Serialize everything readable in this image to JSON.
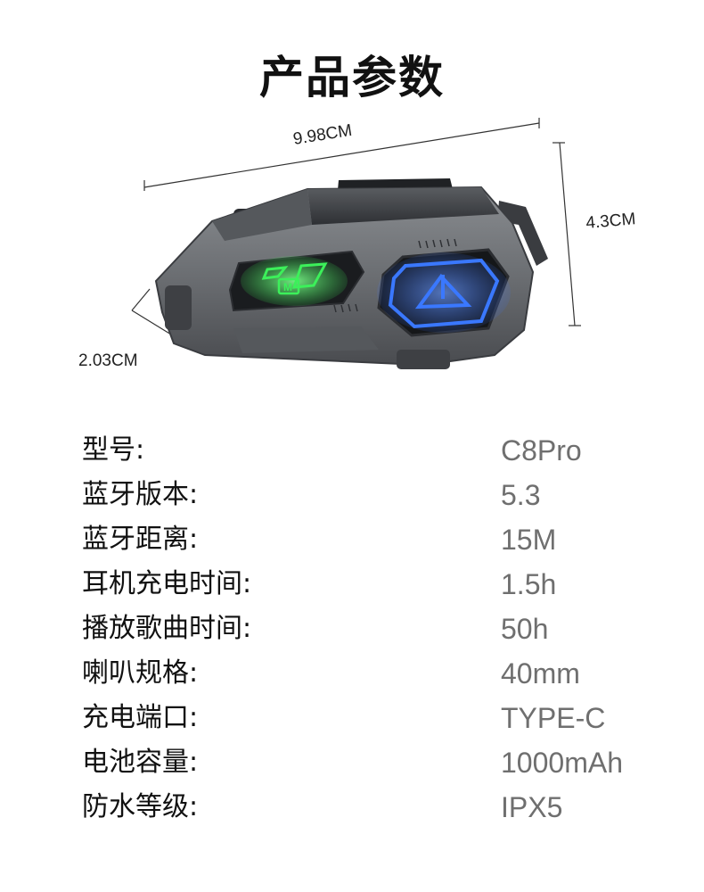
{
  "page": {
    "title": "产品参数"
  },
  "product_image": {
    "dim_width": "9.98CM",
    "dim_height": "4.3CM",
    "dim_depth": "2.03CM",
    "button_left_label": "M",
    "led_left_color": "#2fe04a",
    "led_right_color": "#2f6bff",
    "body_color": "#6b6e72"
  },
  "specs": [
    {
      "label": "型号:",
      "value": "C8Pro"
    },
    {
      "label": "蓝牙版本:",
      "value": "5.3"
    },
    {
      "label": "蓝牙距离:",
      "value": "15M"
    },
    {
      "label": "耳机充电时间:",
      "value": "1.5h"
    },
    {
      "label": "播放歌曲时间:",
      "value": "50h"
    },
    {
      "label": "喇叭规格:",
      "value": "40mm"
    },
    {
      "label": "充电端口:",
      "value": "TYPE-C"
    },
    {
      "label": "电池容量:",
      "value": "1000mAh"
    },
    {
      "label": "防水等级:",
      "value": "IPX5"
    }
  ]
}
